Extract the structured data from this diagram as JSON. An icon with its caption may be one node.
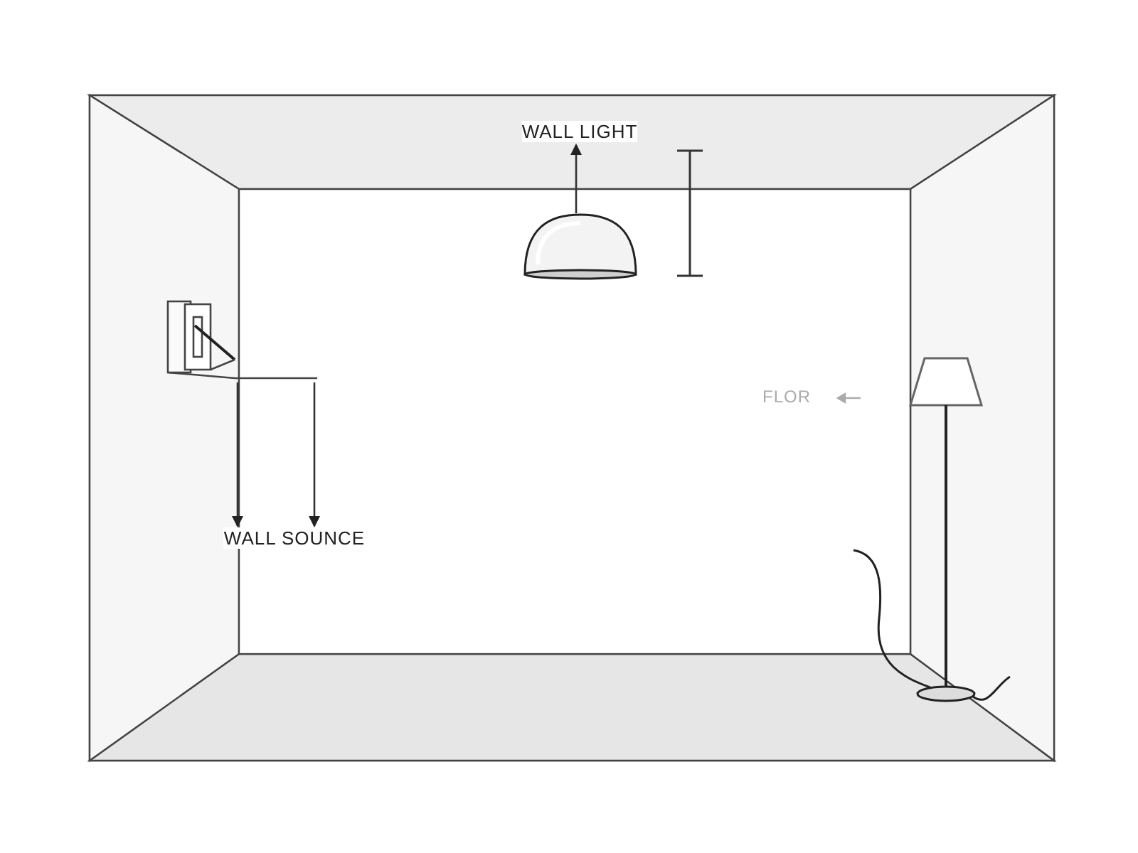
{
  "diagram": {
    "nodes": [
      {
        "text": [
          "WALL LIGHT"
        ]
      },
      {
        "text": [],
        "shape": "picture"
      },
      {
        "text": [
          "WALL SOUNCE"
        ]
      },
      {
        "text": [],
        "shape": "picture"
      },
      {
        "text": [],
        "shape": "picture"
      }
    ],
    "edges": [
      {
        "from": 1,
        "to": 0,
        "arrow": "to"
      },
      {
        "from": 3,
        "to": 2,
        "arrow": "to"
      },
      {
        "from": 3,
        "to": 2,
        "arrow": "to"
      }
    ],
    "labels": [
      "FLOR"
    ]
  }
}
